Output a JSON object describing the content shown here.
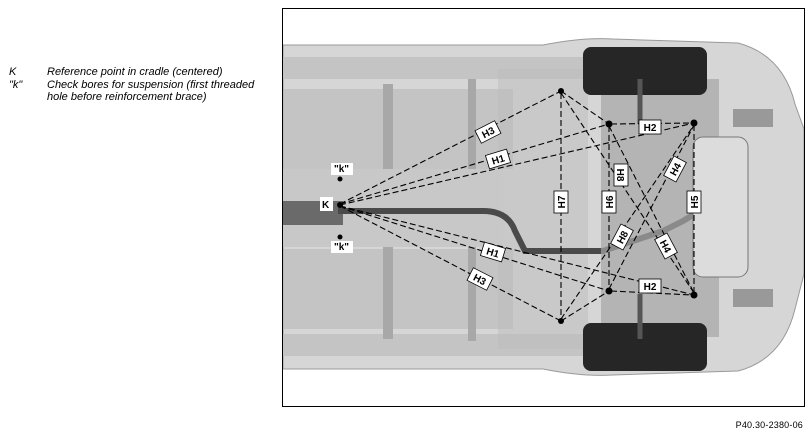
{
  "legend": {
    "items": [
      {
        "key": "K",
        "text": "Reference point in cradle (centered)"
      },
      {
        "key": "\"k\"",
        "text": "Check bores for suspension (first threaded hole before reinforcement brace)"
      }
    ]
  },
  "diagram": {
    "ref_point_label": "K",
    "check_bore_label": "\"k\"",
    "measurements": [
      "H1",
      "H2",
      "H3",
      "H4",
      "H5",
      "H6",
      "H7",
      "H8"
    ],
    "colors": {
      "body": "#d4d4d4",
      "panel": "#bdbdbd",
      "dark": "#5a5a5a",
      "tire": "#262626",
      "line": "#000000",
      "label_bg": "#ffffff"
    }
  },
  "figure_id": "P40.30-2380-06"
}
